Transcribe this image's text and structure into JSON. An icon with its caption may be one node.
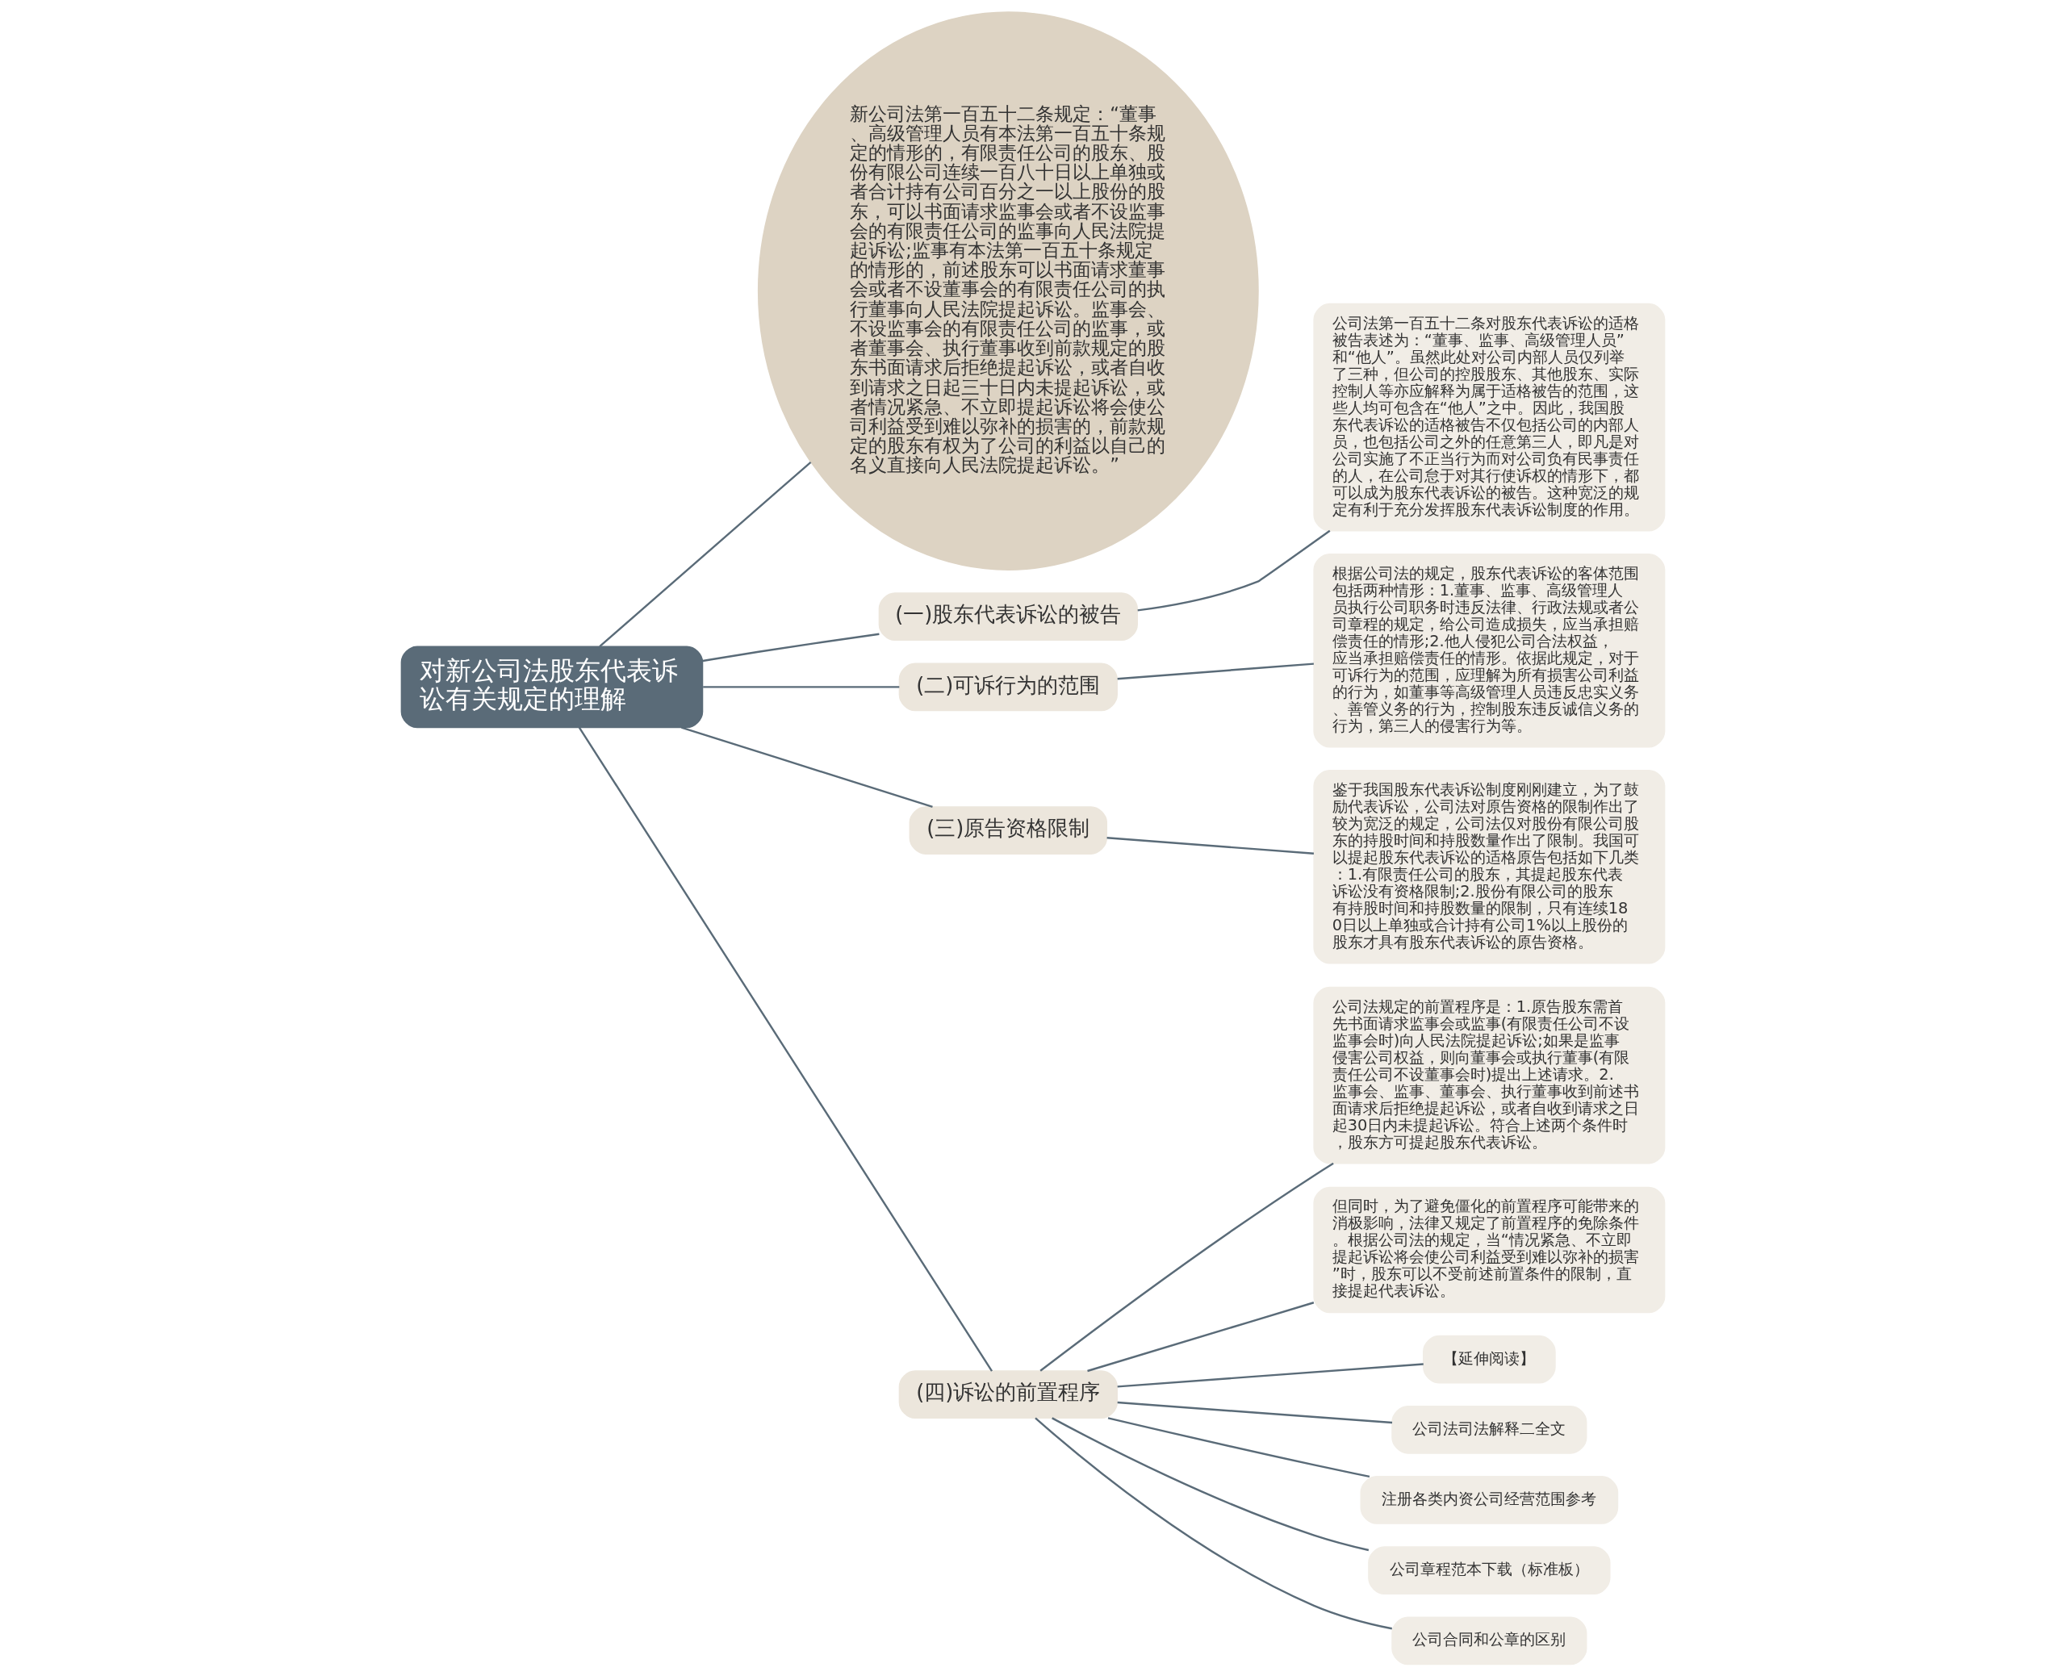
{
  "diagram": {
    "nodes": [
      {
        "text": [
          "对新公司法股东代表诉讼有关规定的理解"
        ]
      },
      {
        "text": [
          "新公司法第一百五十二条规定：“董事、高级管理人员有本法第一百五十条规定的情形的，有限责任公司的股东、股份有限公司连续一百八十日以上单独或者合计持有公司百分之一以上股份的股东，可以书面请求监事会或者不设监事会的有限责任公司的监事向人民法院提起诉讼;监事有本法第一百五十条规定的情形的，前述股东可以书面请求董事会或者不设董事会的有限责任公司的执行董事向人民法院提起诉讼。监事会、不设监事会的有限责任公司的监事，或者董事会、执行董事收到前款规定的股东书面请求后拒绝提起诉讼，或者自收到请求之日起三十日内未提起诉讼，或者情况紧急、不立即提起诉讼将会使公司利益受到难以弥补的损害的，前款规定的股东有权为了公司的利益以自己的名义直接向人民法院提起诉讼。”"
        ]
      },
      {
        "text": [
          "(一)股东代表诉讼的被告"
        ]
      },
      {
        "text": [
          "公司法第一百五十二条对股东代表诉讼的适格被告表述为：“董事、监事、高级管理人员”和“他人”。虽然此处对公司内部人员仅列举了三种，但公司的控股股东、其他股东、实际控制人等亦应解释为属于适格被告的范围，这些人均可包含在“他人”之中。因此，我国股东代表诉讼的适格被告不仅包括公司的内部人员，也包括公司之外的任意第三人，即凡是对公司实施了不正当行为而对公司负有民事责任的人，在公司怠于对其行使诉权的情形下，都可以成为股东代表诉讼的被告。这种宽泛的规定有利于充分发挥股东代表诉讼制度的作用。"
        ]
      },
      {
        "text": [
          "(二)可诉行为的范围"
        ]
      },
      {
        "text": [
          "根据公司法的规定，股东代表诉讼的客体范围包括两种情形：1.董事、监事、高级管理人员执行公司职务时违反法律、行政法规或者公司章程的规定，给公司造成损失，应当承担赔偿责任的情形;2.他人侵犯公司合法权益，应当承担赔偿责任的情形。依据此规定，对于可诉行为的范围，应理解为所有损害公司利益的行为，如董事等高级管理人员违反忠实义务、善管义务的行为，控制股东违反诚信义务的行为，第三人的侵害行为等。"
        ]
      },
      {
        "text": [
          "(三)原告资格限制"
        ]
      },
      {
        "text": [
          "鉴于我国股东代表诉讼制度刚刚建立，为了鼓励代表诉讼，公司法对原告资格的限制作出了较为宽泛的规定，公司法仅对股份有限公司股东的持股时间和持股数量作出了限制。我国可以提起股东代表诉讼的适格原告包括如下几类：1.有限责任公司的股东，其提起股东代表诉讼没有资格限制;2.股份有限公司的股东有持股时间和持股数量的限制，只有连续180日以上单独或合计持有公司1%以上股份的股东才具有股东代表诉讼的原告资格。"
        ]
      },
      {
        "text": [
          "(四)诉讼的前置程序"
        ]
      },
      {
        "text": [
          "公司法规定的前置程序是：1.原告股东需首先书面请求监事会或监事(有限责任公司不设监事会时)向人民法院提起诉讼;如果是监事侵害公司权益，则向董事会或执行董事(有限责任公司不设董事会时)提出上述请求。2.监事会、监事、董事会、执行董事收到前述书面请求后拒绝提起诉讼，或者自收到请求之日起30日内未提起诉讼。符合上述两个条件时，股东方可提起股东代表诉讼。"
        ]
      },
      {
        "text": [
          "但同时，为了避免僵化的前置程序可能带来的消极影响，法律又规定了前置程序的免除条件。根据公司法的规定，当“情况紧急、不立即提起诉讼将会使公司利益受到难以弥补的损害”时，股东可以不受前述前置条件的限制，直接提起代表诉讼。"
        ]
      },
      {
        "text": [
          "【延伸阅读】"
        ]
      },
      {
        "text": [
          "公司法司法解释二全文"
        ]
      },
      {
        "text": [
          "注册各类内资公司经营范围参考"
        ]
      },
      {
        "text": [
          "公司章程范本下载（标准板）"
        ]
      },
      {
        "text": [
          "公司合同和公章的区别"
        ]
      }
    ],
    "edges": [
      {
        "from": 0,
        "to": 1,
        "arrow": "none"
      },
      {
        "from": 0,
        "to": 2,
        "arrow": "none"
      },
      {
        "from": 2,
        "to": 3,
        "arrow": "none"
      },
      {
        "from": 0,
        "to": 4,
        "arrow": "none"
      },
      {
        "from": 4,
        "to": 5,
        "arrow": "none"
      },
      {
        "from": 0,
        "to": 6,
        "arrow": "none"
      },
      {
        "from": 6,
        "to": 7,
        "arrow": "none"
      },
      {
        "from": 0,
        "to": 8,
        "arrow": "none"
      },
      {
        "from": 8,
        "to": 9,
        "arrow": "none"
      },
      {
        "from": 8,
        "to": 10,
        "arrow": "none"
      },
      {
        "from": 8,
        "to": 11,
        "arrow": "none"
      },
      {
        "from": 8,
        "to": 12,
        "arrow": "none"
      },
      {
        "from": 8,
        "to": 13,
        "arrow": "none"
      },
      {
        "from": 8,
        "to": 14,
        "arrow": "none"
      },
      {
        "from": 8,
        "to": 15,
        "arrow": "none"
      }
    ]
  }
}
